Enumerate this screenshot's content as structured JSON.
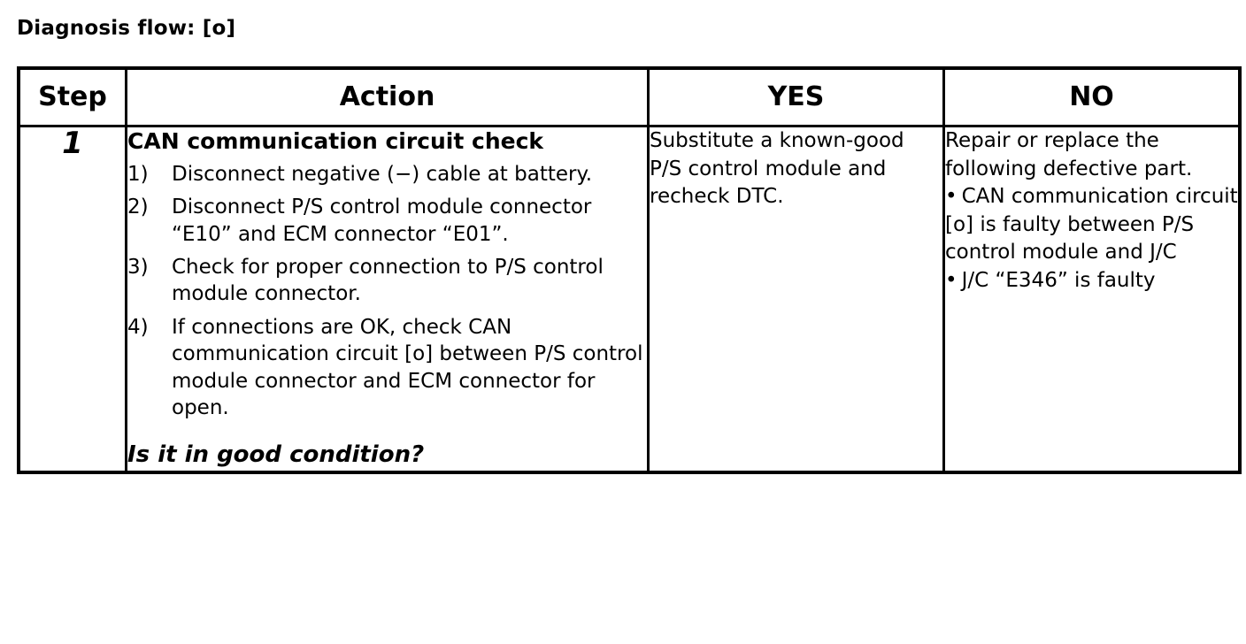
{
  "document": {
    "title": "Diagnosis flow: [o]"
  },
  "table": {
    "headers": {
      "step": "Step",
      "action": "Action",
      "yes": "YES",
      "no": "NO"
    },
    "rows": [
      {
        "step": "1",
        "action": {
          "heading": "CAN communication circuit check",
          "steps": [
            {
              "marker": "1)",
              "text": "Disconnect negative (−) cable at battery."
            },
            {
              "marker": "2)",
              "text": "Disconnect P/S control module connector “E10” and ECM connector “E01”."
            },
            {
              "marker": "3)",
              "text": "Check for proper connection to P/S control module connector."
            },
            {
              "marker": "4)",
              "text": "If connections are OK, check CAN communication circuit [o] between P/S control module connector and ECM connector for open."
            }
          ],
          "question": "Is it in good condition?"
        },
        "yes": {
          "text": "Substitute a known-good P/S control module and recheck DTC."
        },
        "no": {
          "text": "Repair or replace the following defective part.",
          "bullets": [
            "CAN communication circuit [o] is faulty between P/S control module and J/C",
            "J/C “E346” is faulty"
          ],
          "bullet_glyph": "•"
        }
      }
    ]
  },
  "colors": {
    "background": "#ffffff",
    "text": "#000000",
    "border": "#000000"
  }
}
